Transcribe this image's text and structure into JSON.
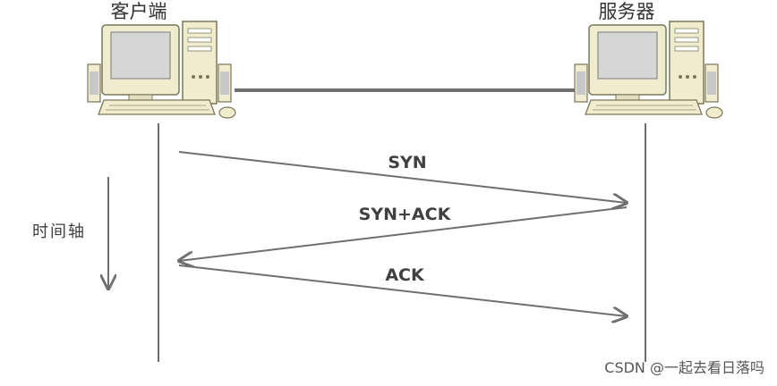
{
  "client": {
    "title": "客户端"
  },
  "server": {
    "title": "服务器"
  },
  "time_axis": {
    "label": "时间轴"
  },
  "messages": [
    {
      "label": "SYN"
    },
    {
      "label": "SYN+ACK"
    },
    {
      "label": "ACK"
    }
  ],
  "watermark": "CSDN @一起去看日落吗",
  "colors": {
    "line": "#6f6f6f",
    "computer_body": "#efeccf",
    "computer_outline": "#7a7858",
    "screen": "#d6d6d6"
  }
}
